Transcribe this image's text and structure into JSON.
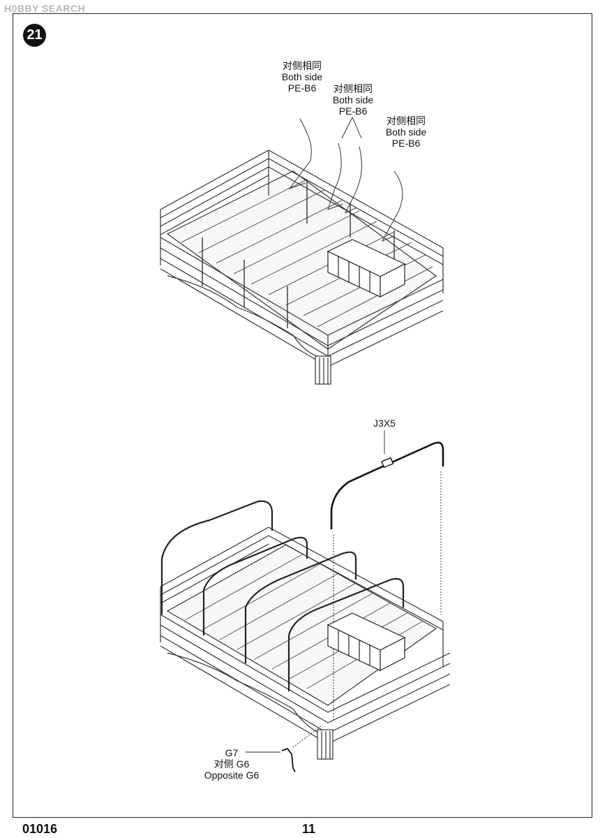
{
  "watermark": "H0BBY SEARCH",
  "step_number": "21",
  "upper_callouts": [
    {
      "zh": "对侧相同",
      "en": "Both side",
      "part": "PE-B6"
    },
    {
      "zh": "对侧相同",
      "en": "Both side",
      "part": "PE-B6"
    },
    {
      "zh": "对侧相同",
      "en": "Both side",
      "part": "PE-B6"
    }
  ],
  "lower_callouts": {
    "bow": "J3X5",
    "bracket_part": "G7",
    "bracket_opposite_zh": "对侧 G6",
    "bracket_opposite_en": "Opposite G6"
  },
  "footer": {
    "code": "01016",
    "page": "11"
  }
}
